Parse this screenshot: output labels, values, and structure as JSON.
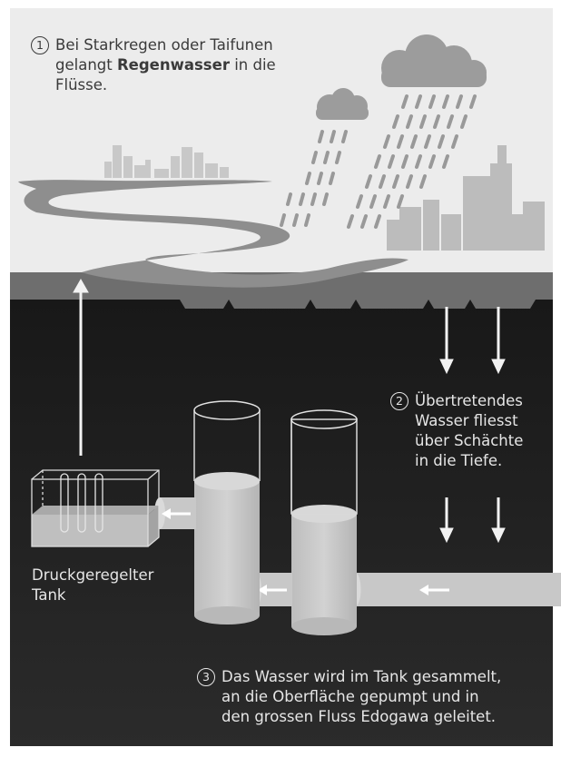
{
  "steps": [
    {
      "num": "1",
      "before": "Bei Starkregen oder Taifunen\ngelangt ",
      "bold": "Regenwasser",
      "after": " in die\nFlüsse."
    },
    {
      "num": "2",
      "text": "Übertretendes\nWasser fliesst\nüber Schächte\nin die Tiefe."
    },
    {
      "num": "3",
      "text": "Das Wasser wird im Tank gesammelt,\nan die Oberfläche gepumpt und in\nden grossen Fluss Edogawa geleitet."
    }
  ],
  "tank_label": "Druckgeregelter\nTank",
  "colors": {
    "sky": "#ececec",
    "ground": "#6d6d6d",
    "underground": "#1c1c1c",
    "water": "#c4c4c4",
    "river": "#8c8c8c"
  }
}
